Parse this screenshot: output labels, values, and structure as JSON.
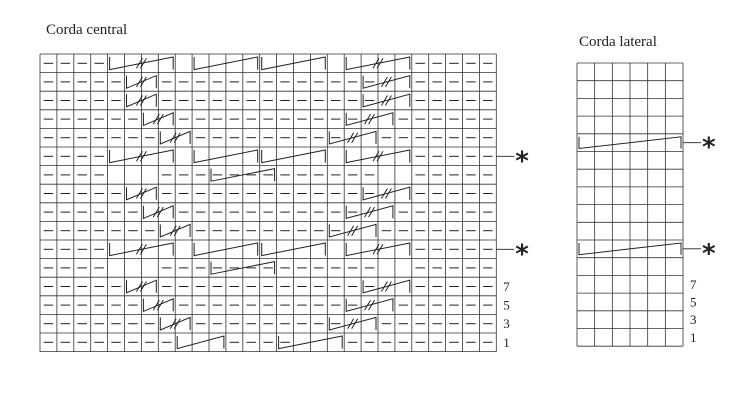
{
  "central_chart": {
    "title": "Corda central",
    "columns": 27,
    "rows": 16,
    "purl_rows": [
      [
        0,
        1,
        2,
        3,
        22,
        23,
        24,
        25,
        26
      ],
      [
        0,
        1,
        2,
        3,
        4,
        7,
        8,
        9,
        10,
        11,
        12,
        13,
        14,
        15,
        16,
        17,
        18,
        19,
        22,
        23,
        24,
        25,
        26
      ],
      [
        0,
        1,
        2,
        3,
        4,
        7,
        8,
        9,
        10,
        11,
        12,
        13,
        14,
        15,
        16,
        17,
        18,
        19,
        22,
        23,
        24,
        25,
        26
      ],
      [
        0,
        1,
        2,
        3,
        4,
        5,
        8,
        9,
        10,
        11,
        12,
        13,
        14,
        15,
        16,
        17,
        18,
        21,
        22,
        23,
        24,
        25,
        26
      ],
      [
        0,
        1,
        2,
        3,
        4,
        5,
        6,
        9,
        10,
        11,
        12,
        13,
        14,
        15,
        16,
        17,
        20,
        21,
        22,
        23,
        24,
        25,
        26
      ],
      [
        0,
        1,
        2,
        3,
        22,
        23,
        24,
        25,
        26
      ],
      [
        0,
        1,
        2,
        3,
        7,
        8,
        9,
        10,
        11,
        12,
        13,
        14,
        15,
        16,
        17,
        18,
        19,
        22,
        23,
        24,
        25,
        26
      ],
      [
        0,
        1,
        2,
        3,
        4,
        7,
        8,
        9,
        10,
        11,
        12,
        13,
        14,
        15,
        16,
        17,
        18,
        19,
        22,
        23,
        24,
        25,
        26
      ],
      [
        0,
        1,
        2,
        3,
        4,
        5,
        8,
        9,
        10,
        11,
        12,
        13,
        14,
        15,
        16,
        17,
        18,
        21,
        22,
        23,
        24,
        25,
        26
      ],
      [
        0,
        1,
        2,
        3,
        4,
        5,
        6,
        9,
        10,
        11,
        12,
        13,
        14,
        15,
        16,
        17,
        20,
        21,
        22,
        23,
        24,
        25,
        26
      ],
      [
        0,
        1,
        2,
        3,
        22,
        23,
        24,
        25,
        26
      ],
      [
        0,
        1,
        2,
        3,
        7,
        8,
        9,
        10,
        11,
        12,
        13,
        14,
        15,
        16,
        17,
        18,
        19,
        22,
        23,
        24,
        25,
        26
      ],
      [
        0,
        1,
        2,
        3,
        4,
        7,
        8,
        9,
        10,
        11,
        12,
        13,
        14,
        15,
        16,
        17,
        18,
        19,
        22,
        23,
        24,
        25,
        26
      ],
      [
        0,
        1,
        2,
        3,
        4,
        5,
        8,
        9,
        10,
        11,
        12,
        13,
        14,
        15,
        16,
        17,
        18,
        21,
        22,
        23,
        24,
        25,
        26
      ],
      [
        0,
        1,
        2,
        3,
        4,
        5,
        6,
        9,
        10,
        11,
        12,
        13,
        14,
        15,
        16,
        17,
        20,
        21,
        22,
        23,
        24,
        25,
        26
      ],
      [
        0,
        1,
        2,
        3,
        4,
        5,
        6,
        7,
        11,
        12,
        13,
        14,
        18,
        19,
        20,
        21,
        22,
        23,
        24,
        25,
        26
      ]
    ],
    "cables": [
      {
        "row": 0,
        "from": 4,
        "to": 8,
        "type": "cross"
      },
      {
        "row": 0,
        "from": 9,
        "to": 13,
        "type": "cable"
      },
      {
        "row": 0,
        "from": 13,
        "to": 17,
        "type": "cable"
      },
      {
        "row": 0,
        "from": 18,
        "to": 22,
        "type": "cross"
      },
      {
        "row": 1,
        "from": 5,
        "to": 7,
        "type": "cross"
      },
      {
        "row": 1,
        "from": 19,
        "to": 22,
        "type": "cross"
      },
      {
        "row": 2,
        "from": 5,
        "to": 7,
        "type": "cross"
      },
      {
        "row": 2,
        "from": 19,
        "to": 22,
        "type": "cross"
      },
      {
        "row": 3,
        "from": 6,
        "to": 8,
        "type": "cross"
      },
      {
        "row": 3,
        "from": 18,
        "to": 21,
        "type": "cross"
      },
      {
        "row": 4,
        "from": 7,
        "to": 9,
        "type": "cross"
      },
      {
        "row": 4,
        "from": 17,
        "to": 20,
        "type": "cross"
      },
      {
        "row": 5,
        "from": 4,
        "to": 8,
        "type": "cross"
      },
      {
        "row": 5,
        "from": 9,
        "to": 13,
        "type": "cable"
      },
      {
        "row": 5,
        "from": 13,
        "to": 17,
        "type": "cable"
      },
      {
        "row": 5,
        "from": 18,
        "to": 22,
        "type": "cross"
      },
      {
        "row": 6,
        "from": 10,
        "to": 14,
        "type": "cable"
      },
      {
        "row": 7,
        "from": 5,
        "to": 7,
        "type": "cross"
      },
      {
        "row": 7,
        "from": 19,
        "to": 22,
        "type": "cross"
      },
      {
        "row": 8,
        "from": 6,
        "to": 8,
        "type": "cross"
      },
      {
        "row": 8,
        "from": 18,
        "to": 21,
        "type": "cross"
      },
      {
        "row": 9,
        "from": 7,
        "to": 9,
        "type": "cross"
      },
      {
        "row": 9,
        "from": 17,
        "to": 20,
        "type": "cross"
      },
      {
        "row": 10,
        "from": 4,
        "to": 8,
        "type": "cross"
      },
      {
        "row": 10,
        "from": 9,
        "to": 13,
        "type": "cable"
      },
      {
        "row": 10,
        "from": 13,
        "to": 17,
        "type": "cable"
      },
      {
        "row": 10,
        "from": 18,
        "to": 22,
        "type": "cross"
      },
      {
        "row": 11,
        "from": 10,
        "to": 14,
        "type": "cable"
      },
      {
        "row": 12,
        "from": 5,
        "to": 7,
        "type": "cross"
      },
      {
        "row": 12,
        "from": 19,
        "to": 22,
        "type": "cross"
      },
      {
        "row": 13,
        "from": 6,
        "to": 8,
        "type": "cross"
      },
      {
        "row": 13,
        "from": 18,
        "to": 21,
        "type": "cross"
      },
      {
        "row": 14,
        "from": 7,
        "to": 9,
        "type": "cross"
      },
      {
        "row": 14,
        "from": 17,
        "to": 20,
        "type": "cross"
      },
      {
        "row": 15,
        "from": 8,
        "to": 11,
        "type": "cable"
      },
      {
        "row": 15,
        "from": 14,
        "to": 18,
        "type": "cable"
      }
    ],
    "row_labels": [
      {
        "row": 12,
        "text": "7"
      },
      {
        "row": 13,
        "text": "5"
      },
      {
        "row": 14,
        "text": "3"
      },
      {
        "row": 15,
        "text": "1"
      }
    ],
    "markers": [
      {
        "row": 5,
        "text": "*"
      },
      {
        "row": 10,
        "text": "*"
      }
    ]
  },
  "lateral_chart": {
    "title": "Corda lateral",
    "columns": 6,
    "rows": 16,
    "purl_rows": [],
    "cables": [
      {
        "row": 4,
        "from": 0,
        "to": 6,
        "type": "cable"
      },
      {
        "row": 10,
        "from": 0,
        "to": 6,
        "type": "cable"
      }
    ],
    "row_labels": [
      {
        "row": 12,
        "text": "7"
      },
      {
        "row": 13,
        "text": "5"
      },
      {
        "row": 14,
        "text": "3"
      },
      {
        "row": 15,
        "text": "1"
      }
    ],
    "markers": [
      {
        "row": 4,
        "text": "*"
      },
      {
        "row": 10,
        "text": "*"
      }
    ]
  },
  "colors": {
    "ink": "#222222",
    "grid": "#333333"
  }
}
